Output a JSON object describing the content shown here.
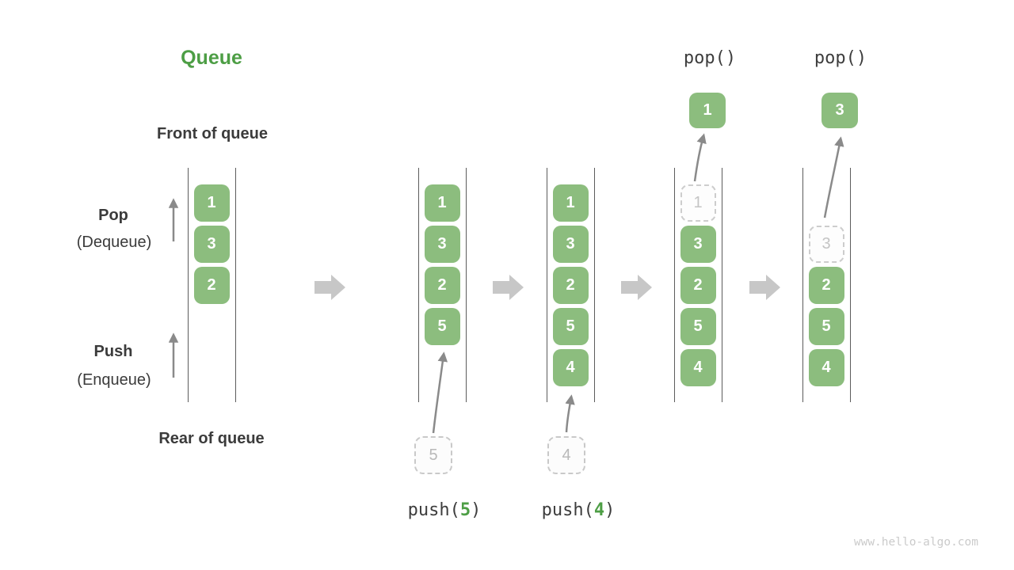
{
  "page": {
    "title": "Queue",
    "watermark": "www.hello-algo.com"
  },
  "labels": {
    "front_of_queue": "Front of queue",
    "rear_of_queue": "Rear of queue",
    "pop": "Pop",
    "pop_sub": "(Dequeue)",
    "push": "Push",
    "push_sub": "(Enqueue)"
  },
  "colors": {
    "accent_green": "#4d9e45",
    "box_green": "#8cbd7e",
    "box_text": "#ffffff",
    "label_dark": "#3b3b3b",
    "ghost_gray": "#c4c4c4",
    "thin_arrow_gray": "#8a8a8a",
    "block_arrow_gray": "#c7c7c7",
    "rail_gray": "#5c5c5c"
  },
  "stages": [
    {
      "name": "initial",
      "cells": [
        {
          "v": "1"
        },
        {
          "v": "3"
        },
        {
          "v": "2"
        }
      ]
    },
    {
      "name": "push-5",
      "cells": [
        {
          "v": "1"
        },
        {
          "v": "3"
        },
        {
          "v": "2"
        },
        {
          "v": "5"
        }
      ],
      "pending": {
        "v": "5"
      },
      "op": {
        "fn": "push(",
        "arg": "5",
        "close": ")"
      }
    },
    {
      "name": "push-4",
      "cells": [
        {
          "v": "1"
        },
        {
          "v": "3"
        },
        {
          "v": "2"
        },
        {
          "v": "5"
        },
        {
          "v": "4"
        }
      ],
      "pending": {
        "v": "4"
      },
      "op": {
        "fn": "push(",
        "arg": "4",
        "close": ")"
      }
    },
    {
      "name": "pop-1",
      "op_label": "pop()",
      "popped": {
        "v": "1"
      },
      "cells": [
        {
          "v": "1",
          "ghost": true
        },
        {
          "v": "3"
        },
        {
          "v": "2"
        },
        {
          "v": "5"
        },
        {
          "v": "4"
        }
      ]
    },
    {
      "name": "pop-3",
      "op_label": "pop()",
      "popped": {
        "v": "3"
      },
      "cells": [
        {
          "v": "3",
          "ghost": true
        },
        {
          "v": "2"
        },
        {
          "v": "5"
        },
        {
          "v": "4"
        }
      ]
    }
  ]
}
